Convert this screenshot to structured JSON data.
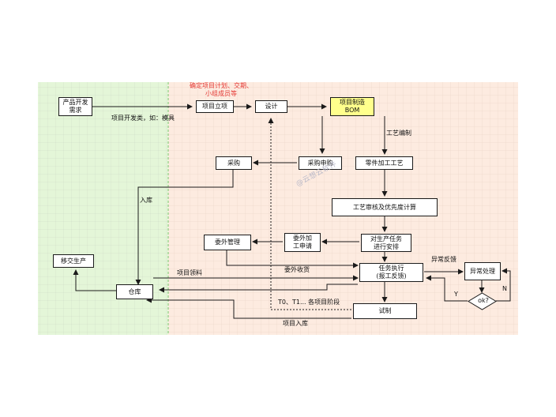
{
  "nodes": {
    "demand": "产品开发\n需求",
    "project_setup": "项目立项",
    "design": "设计",
    "bom": "项目制造\nBOM",
    "purchase": "采购",
    "purchase_request": "采购申购",
    "process_plan": "零件加工工艺",
    "process_review": "工艺审核及优先度计算",
    "outsource_mgmt": "委外管理",
    "outsource_request": "委外加\n工申请",
    "schedule": "对生产任务\n进行安排",
    "transfer": "移交生产",
    "execute": "任务执行\n(报工反馈)",
    "exception": "异常处理",
    "warehouse": "仓库",
    "trial": "试制",
    "ok": "ok?"
  },
  "labels": {
    "plan_note": "确定项目计划、交期、\n小组成员等",
    "project_type": "项目开发类，如：模具",
    "process_prep": "工艺编制",
    "inbound": "入库",
    "material": "项目领料",
    "outsource_receipt": "委外收货",
    "exception_feedback": "异常反馈",
    "yes": "Y",
    "no": "N",
    "phases": "T0、T1... 各项目阶段",
    "project_inbound": "项目入库",
    "watermark": "@云想云软件"
  },
  "colors": {
    "green_zone": "#e4f6d8",
    "orange_zone": "#fdebe0",
    "bom_fill": "#ffff8c",
    "note_red": "#e53935",
    "divider_green": "#7bc96f"
  }
}
